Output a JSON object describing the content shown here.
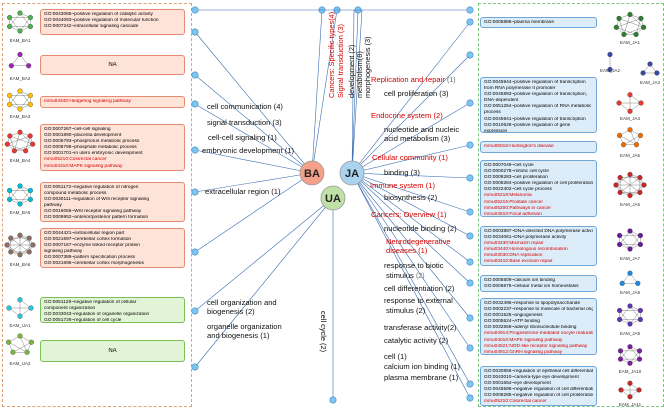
{
  "hubs": {
    "ba": "BA",
    "ja": "JA",
    "ua": "UA"
  },
  "left_panel": {
    "networks": [
      "EAM_BA1",
      "EAM_BA2",
      "EAM_BA3",
      "EAM_BA4",
      "EAM_BA5",
      "EAM_BA6"
    ],
    "boxes": [
      {
        "lines": [
          "GO:0043085~positive regulation of catalytic activity",
          "GO:0044093~positive regulation of molecular function",
          "GO:0007242~intracellular signaling cascade"
        ],
        "red": []
      },
      {
        "lines": [
          "NA"
        ],
        "red": []
      },
      {
        "lines": [
          "mmu04340:Hedgehog signaling pathway"
        ],
        "red": [
          0
        ]
      },
      {
        "lines": [
          "GO:0007267~cell-cell signaling",
          "GO:0001890~placenta development",
          "GO:0006793~phosphorus metabolic process",
          "GO:0006796~phosphate metabolic process",
          "GO:0001701~in utero embryonic development",
          "mmu05210:Colorectal cancer",
          "mmu04310:MAPK signaling pathway"
        ],
        "red": [
          5,
          6
        ]
      },
      {
        "lines": [
          "GO:0051172~negative regulation of nitrogen",
          "compound metabolic process",
          "GO:0030111~regulation of Wnt receptor signaling",
          "pathway",
          "GO:0016055~Wnt receptor signaling pathway",
          "GO:0009952~anterior/posterior pattern formation"
        ],
        "red": []
      },
      {
        "lines": [
          "GO:0044421~extracellular region part",
          "GO:0021697~cerebellar cortex formation",
          "GO:0007167~enzyme linked receptor protein",
          "signaling pathway",
          "GO:0007389~pattern specification process",
          "GO:0021696~cerebellar cortex morphogenesis"
        ],
        "red": []
      }
    ],
    "ua_networks": [
      "EAM_UA1",
      "EAM_UA2"
    ],
    "ua_boxes": [
      {
        "lines": [
          "GO:0051129~negative regulation of cellular",
          "component organization",
          "GO:0033043~regulation of organelle organization",
          "GO:0051726~regulation of cell cycle"
        ],
        "red": []
      },
      {
        "lines": [
          "NA"
        ],
        "red": []
      }
    ]
  },
  "ba_terms": [
    "cell communication (4)",
    "signal transduction (3)",
    "cell-cell signaling (1)",
    "embryonic development (1)",
    "extracellular region (1)"
  ],
  "ua_terms": [
    "cell organization and",
    "biogenesis (2)",
    "organelle organization",
    "and biogenesis (1)",
    "cell cycle (2)"
  ],
  "top_vertical": [
    {
      "text": "Cancers: Specific types(4)",
      "red": true
    },
    {
      "text": "Signal transduction (3)",
      "red": true
    },
    {
      "text": "development (2)",
      "red": false
    },
    {
      "text": "metabolism(8)",
      "red": false
    },
    {
      "text": "morphogenesis (3)",
      "red": false
    }
  ],
  "ja_terms": [
    {
      "text": "Replication and repair",
      "count": "(1)",
      "red": true
    },
    {
      "text": "cell proliferation (3)",
      "count": "",
      "red": false
    },
    {
      "text": "Endocrine system (2)",
      "count": "",
      "red": true
    },
    {
      "text": "nucleotide and nucleic",
      "count": "",
      "red": false
    },
    {
      "text": "acid metabolism (3)",
      "count": "",
      "red": false
    },
    {
      "text": "Cellular community (1)",
      "count": "",
      "red": true
    },
    {
      "text": "binding (3)",
      "count": "",
      "red": false
    },
    {
      "text": "Immune system (1)",
      "count": "",
      "red": true
    },
    {
      "text": "biosynthesis (2)",
      "count": "",
      "red": false
    },
    {
      "text": "Cancers: Overview (1)",
      "count": "",
      "red": true
    },
    {
      "text": "nucleotide binding (2)",
      "count": "",
      "red": false
    },
    {
      "text": "Neurodegenerative",
      "count": "",
      "red": true
    },
    {
      "text": "diseases (1)",
      "count": "",
      "red": true
    },
    {
      "text": "response to biotic",
      "count": "",
      "red": false
    },
    {
      "text": "stimulus",
      "count": "(2)",
      "red": false
    },
    {
      "text": "cell differentiation (2)",
      "count": "",
      "red": false
    },
    {
      "text": "response to external",
      "count": "",
      "red": false
    },
    {
      "text": "stimulus (2)",
      "count": "",
      "red": false
    },
    {
      "text": "transferase activity(2)",
      "count": "",
      "red": false
    },
    {
      "text": "catalytic activity (2)",
      "count": "",
      "red": false
    },
    {
      "text": "cell (1)",
      "count": "",
      "red": false
    },
    {
      "text": "calcium ion binding (1)",
      "count": "",
      "red": false
    },
    {
      "text": "plasma membrane (1)",
      "count": "",
      "red": false
    }
  ],
  "right_panel": {
    "networks": [
      "EAM_JA1",
      "EAM_JA2",
      "EAM_JA3",
      "EAM_JA4",
      "EAM_JA5",
      "EAM_JA6",
      "EAM_JA7",
      "EAM_JA8",
      "EAM_JA9",
      "EAM_JA10",
      "EAM_JA11"
    ],
    "boxes": [
      {
        "lines": [
          "GO:0005886~plasma membrane"
        ],
        "red": []
      },
      {
        "lines": [
          "GO:0045944~positive regulation of transcription",
          "from RNA polymerase II promoter",
          "GO:0045893~positive regulation of transcription,",
          "DNA-dependent",
          "GO:0051254~positive regulation of RNA metabolic",
          "process",
          "GO:0045941~positive regulation of transcription",
          "GO:0010628~positive regulation of gene",
          "expression"
        ],
        "red": []
      },
      {
        "lines": [
          "mmu05016:Huntington's disease"
        ],
        "red": [
          0
        ]
      },
      {
        "lines": [
          "GO:0007049~cell cycle",
          "GO:0000278~mitotic cell cycle",
          "GO:0008283~cell proliferation",
          "GO:0008284~positive regulation of cell proliferation",
          "GO:0022402~cell cycle process",
          "mmu05218:Melanoma",
          "mmu05215:Prostate cancer",
          "mmu05200:Pathways in cancer",
          "mmu04510:Focal adhesion"
        ],
        "red": [
          5,
          6,
          7,
          8
        ]
      },
      {
        "lines": [
          "GO:0003887~DNA-directed DNA polymerase activity",
          "GO:0034061~DNA polymerase activity",
          "mmu03430:Mismatch repair",
          "mmu03440:Homologous recombination",
          "mmu03030:DNA replication",
          "mmu03410:Base excision repair"
        ],
        "red": [
          2,
          3,
          4,
          5
        ]
      },
      {
        "lines": [
          "GO:0005509~calcium ion binding",
          "GO:0006875~cellular metal ion homeostasis"
        ],
        "red": []
      },
      {
        "lines": [
          "GO:0032496~response to lipopolysaccharide",
          "GO:0002237~response to molecule of bacterial origin",
          "GO:0001525~angiogenesis",
          "GO:0005524~ATP binding",
          "GO:0032559~adenyl ribonucleotide binding",
          "mmu04914:Progesterone-mediated oocyte maturation",
          "mmu04010:MAPK signaling pathway",
          "mmu04621:NOD-like receptor signaling pathway",
          "mmu04912:GnRH signaling pathway"
        ],
        "red": [
          5,
          6,
          7,
          8
        ]
      },
      {
        "lines": [
          "GO:0030856~regulation of epithelial cell differentiation",
          "GO:0043010~camera-type eye development",
          "GO:0001654~eye development",
          "GO:0045596~negative regulation of cell differentiation",
          "GO:0008285~negative regulation of cell proliferation",
          "mmu05210:Colorectal cancer"
        ],
        "red": [
          5
        ]
      }
    ]
  },
  "colors": {
    "ba_hub": "#f4a08a",
    "ja_hub": "#a9d3ef",
    "ua_hub": "#bfe0a6",
    "line": "#3b6fb0",
    "node": "#7fc4ef",
    "left_panel_border": "#e0a070",
    "right_panel_border": "#7cc77c"
  }
}
